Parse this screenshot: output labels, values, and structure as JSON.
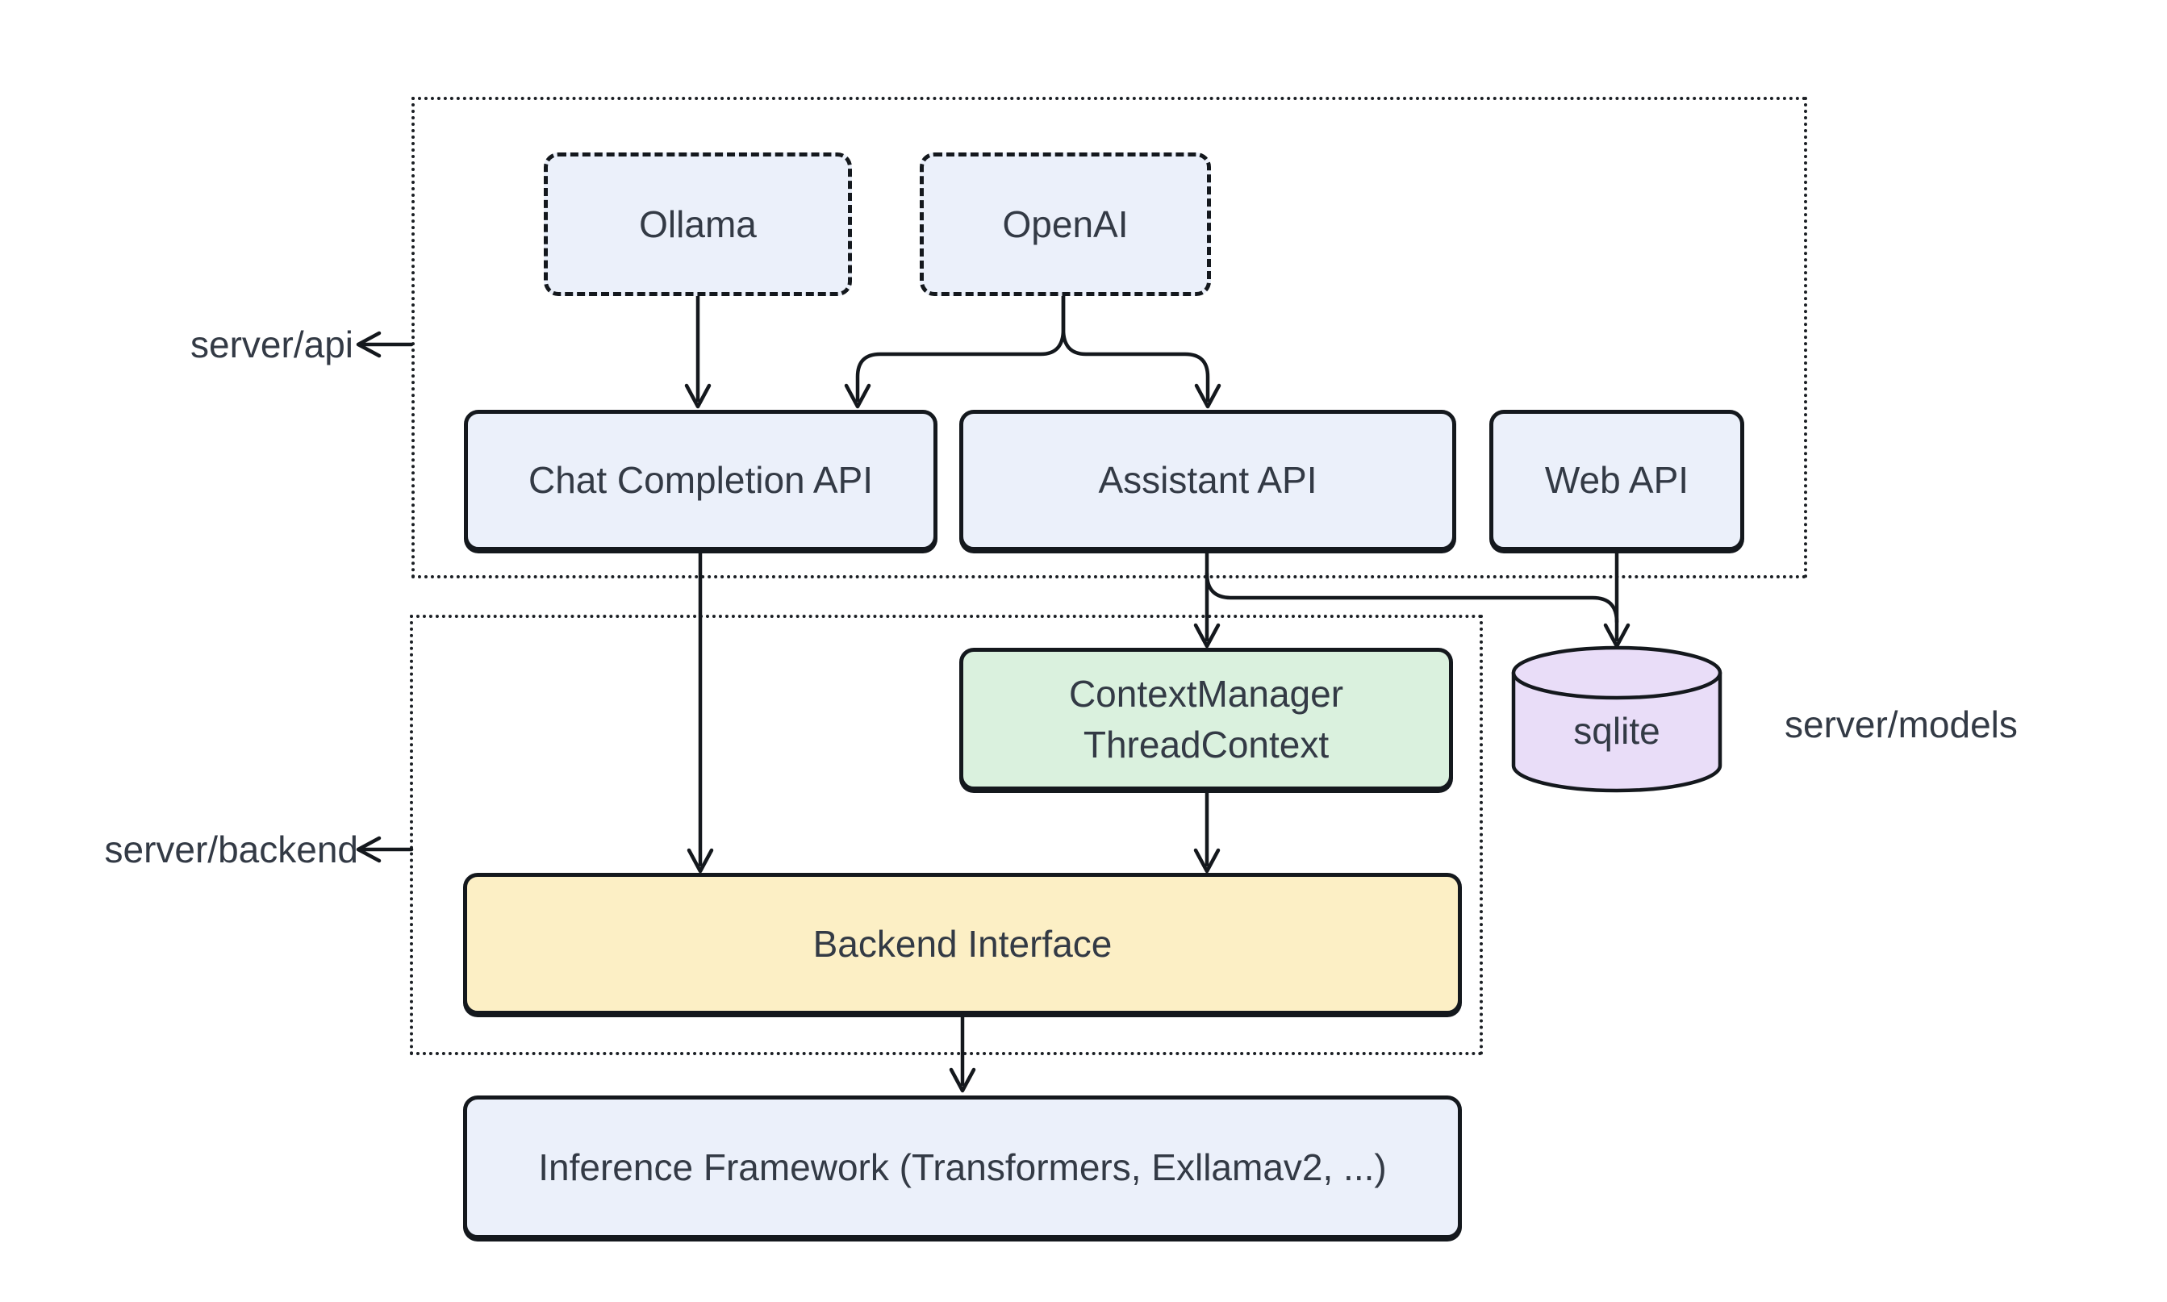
{
  "colors": {
    "background": "#ffffff",
    "node_blue": "#ebf0fa",
    "node_green": "#daf1de",
    "node_yellow": "#fcefc5",
    "node_purple": "#e9ddf8",
    "stroke": "#14181d",
    "text": "#333a45"
  },
  "containers": {
    "api": {
      "label": "server/api"
    },
    "backend": {
      "label": "server/backend"
    }
  },
  "labels": {
    "models": {
      "label": "server/models"
    }
  },
  "nodes": {
    "ollama": {
      "label": "Ollama"
    },
    "openai": {
      "label": "OpenAI"
    },
    "chat_completion_api": {
      "label": "Chat Completion API"
    },
    "assistant_api": {
      "label": "Assistant API"
    },
    "web_api": {
      "label": "Web API"
    },
    "context_manager": {
      "line1": "ContextManager",
      "line2": "ThreadContext"
    },
    "backend_interface": {
      "label": "Backend Interface"
    },
    "inference_framework": {
      "label": "Inference Framework (Transformers, Exllamav2, ...)"
    },
    "sqlite": {
      "label": "sqlite"
    }
  },
  "edges": [
    {
      "from": "Ollama",
      "to": "Chat Completion API"
    },
    {
      "from": "OpenAI",
      "to": "Chat Completion API"
    },
    {
      "from": "OpenAI",
      "to": "Assistant API"
    },
    {
      "from": "Chat Completion API",
      "to": "Backend Interface"
    },
    {
      "from": "Assistant API",
      "to": "ContextManager ThreadContext"
    },
    {
      "from": "Assistant API",
      "to": "sqlite"
    },
    {
      "from": "Web API",
      "to": "sqlite"
    },
    {
      "from": "ContextManager ThreadContext",
      "to": "Backend Interface"
    },
    {
      "from": "Backend Interface",
      "to": "Inference Framework (Transformers, Exllamav2, ...)"
    }
  ]
}
